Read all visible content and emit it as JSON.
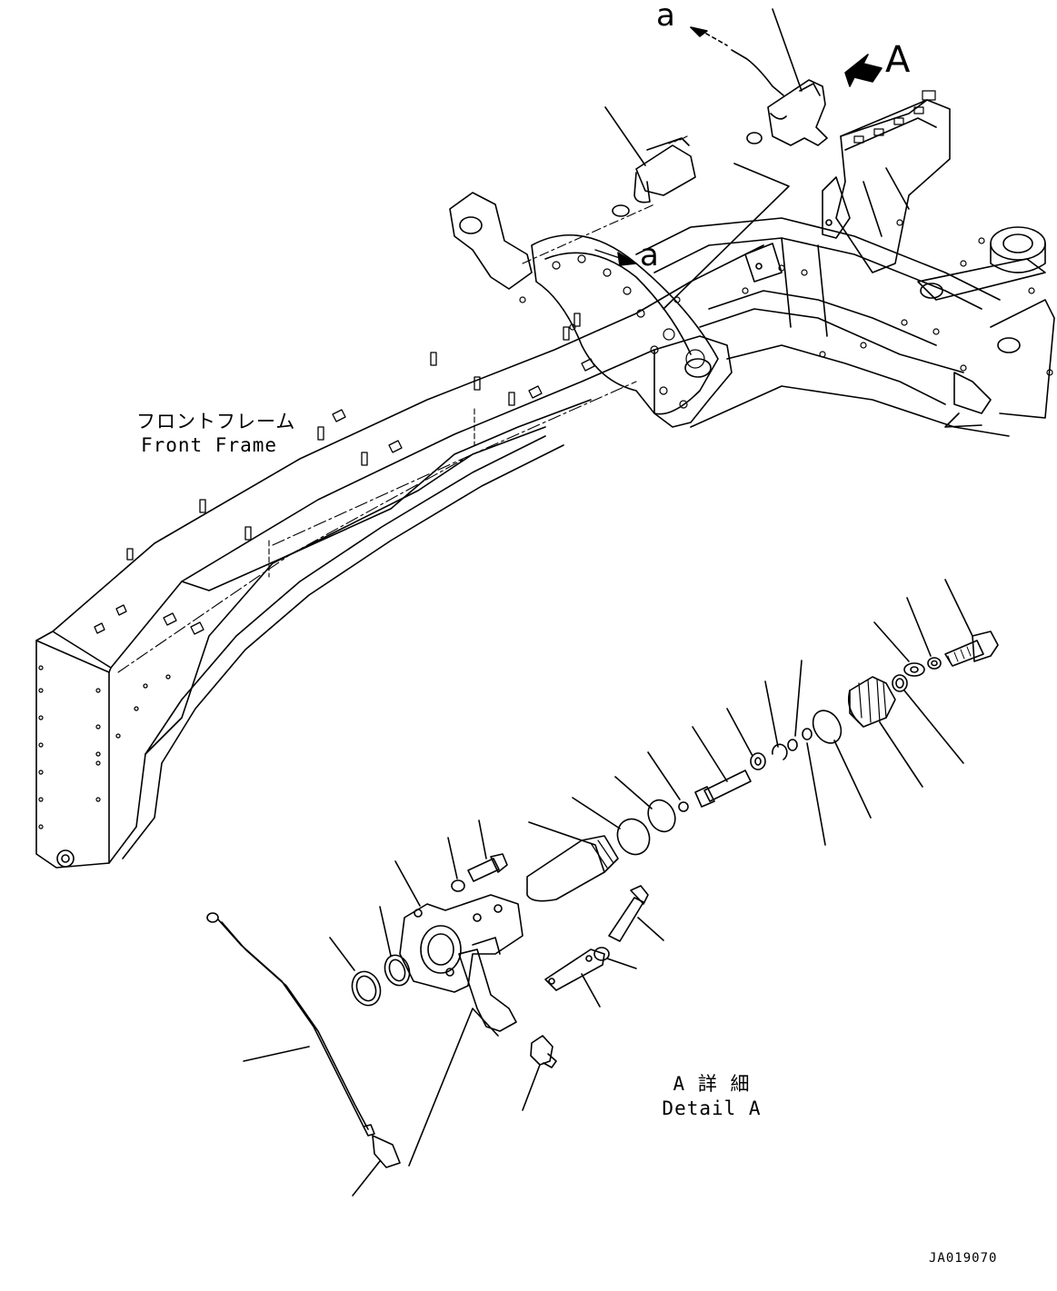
{
  "labels": {
    "view_letter": "A",
    "ref_top": "a",
    "ref_mid": "a",
    "frame_jp": "フロントフレーム",
    "frame_en": "Front Frame",
    "detail_jp": "A 詳 細",
    "detail_en": "Detail A",
    "drawing_code": "JA019070"
  },
  "colors": {
    "ink": "#000000",
    "paper": "#ffffff"
  }
}
